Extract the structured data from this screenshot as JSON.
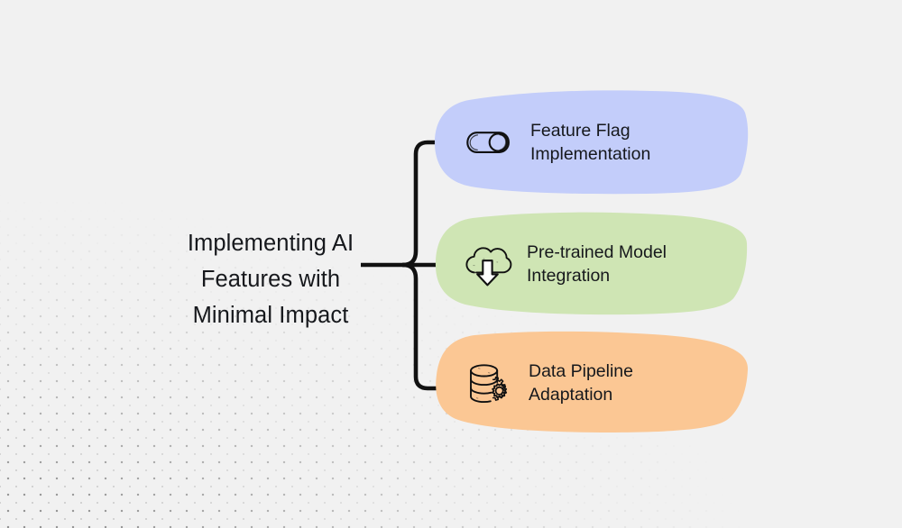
{
  "diagram": {
    "type": "bracket-mind-map",
    "root": {
      "title": "Implementing AI\nFeatures with\nMinimal Impact",
      "title_line_1": "Implementing AI",
      "title_line_2": "Features with",
      "title_line_3": "Minimal Impact"
    },
    "connector": {
      "style": "curly-brace",
      "branch_count": 3
    },
    "branches": [
      {
        "label": "Feature Flag\nImplementation",
        "label_line_1": "Feature Flag",
        "label_line_2": "Implementation",
        "icon": "toggle-switch-icon",
        "fill": "#c3cdfa"
      },
      {
        "label": "Pre-trained Model\nIntegration",
        "label_line_1": "Pre-trained Model",
        "label_line_2": "Integration",
        "icon": "cloud-download-icon",
        "fill": "#cfe5b4"
      },
      {
        "label": "Data Pipeline\nAdaptation",
        "label_line_1": "Data Pipeline",
        "label_line_2": "Adaptation",
        "icon": "database-gear-icon",
        "fill": "#fbc794"
      }
    ],
    "colors": {
      "background": "#f1f1f1",
      "text": "#16181c",
      "stroke": "#111111",
      "blue": "#c3cdfa",
      "green": "#cfe5b4",
      "orange": "#fbc794"
    }
  }
}
